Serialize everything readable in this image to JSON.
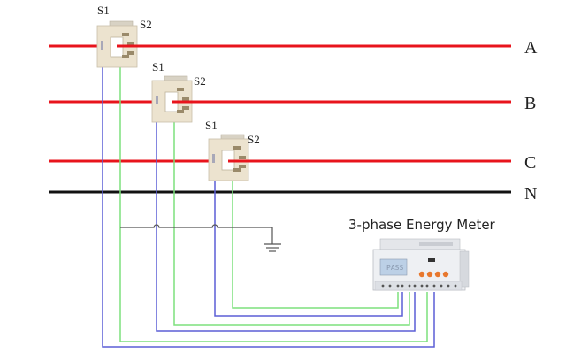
{
  "diagram": {
    "phases": [
      {
        "label": "A",
        "color": "#e8141c"
      },
      {
        "label": "B",
        "color": "#e8141c"
      },
      {
        "label": "C",
        "color": "#e8141c"
      },
      {
        "label": "N",
        "color": "#111111"
      }
    ],
    "current_transformers": [
      {
        "phase": "A",
        "s1_label": "S1",
        "s2_label": "S2"
      },
      {
        "phase": "B",
        "s1_label": "S1",
        "s2_label": "S2"
      },
      {
        "phase": "C",
        "s1_label": "S1",
        "s2_label": "S2"
      }
    ],
    "meter": {
      "title": "3-phase Energy Meter",
      "display_text": "PASS"
    },
    "wire_colors": {
      "s1": "#5b5fd6",
      "s2": "#7de07d",
      "ground": "#555555",
      "ct_body": "#ece3cf",
      "meter_button": "#e8782e"
    }
  }
}
